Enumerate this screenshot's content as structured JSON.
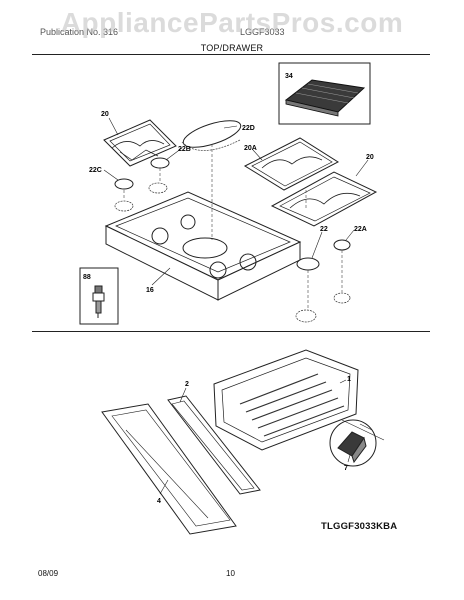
{
  "watermark": "AppliancePartsPros.com",
  "header": {
    "left_text": "Publication No. 316",
    "mid_text": "LGGF3033",
    "title": "TOP/DRAWER"
  },
  "part_labels": {
    "grate_left": "20",
    "burner_cap_center": "22D",
    "burner_cap_b": "22B",
    "burner_cap_c": "22C",
    "grate_right_top": "20A",
    "grate_right": "20",
    "griddle": "34",
    "burner_cap_22": "22",
    "burner_cap_22a": "22A",
    "cooktop": "16",
    "igniter": "88",
    "drawer_body": "1",
    "drawer_liner": "2",
    "drawer_front": "4",
    "glide": "7"
  },
  "model_code": "TLGGF3033KBA",
  "footer": {
    "date": "08/09",
    "page": "10"
  }
}
